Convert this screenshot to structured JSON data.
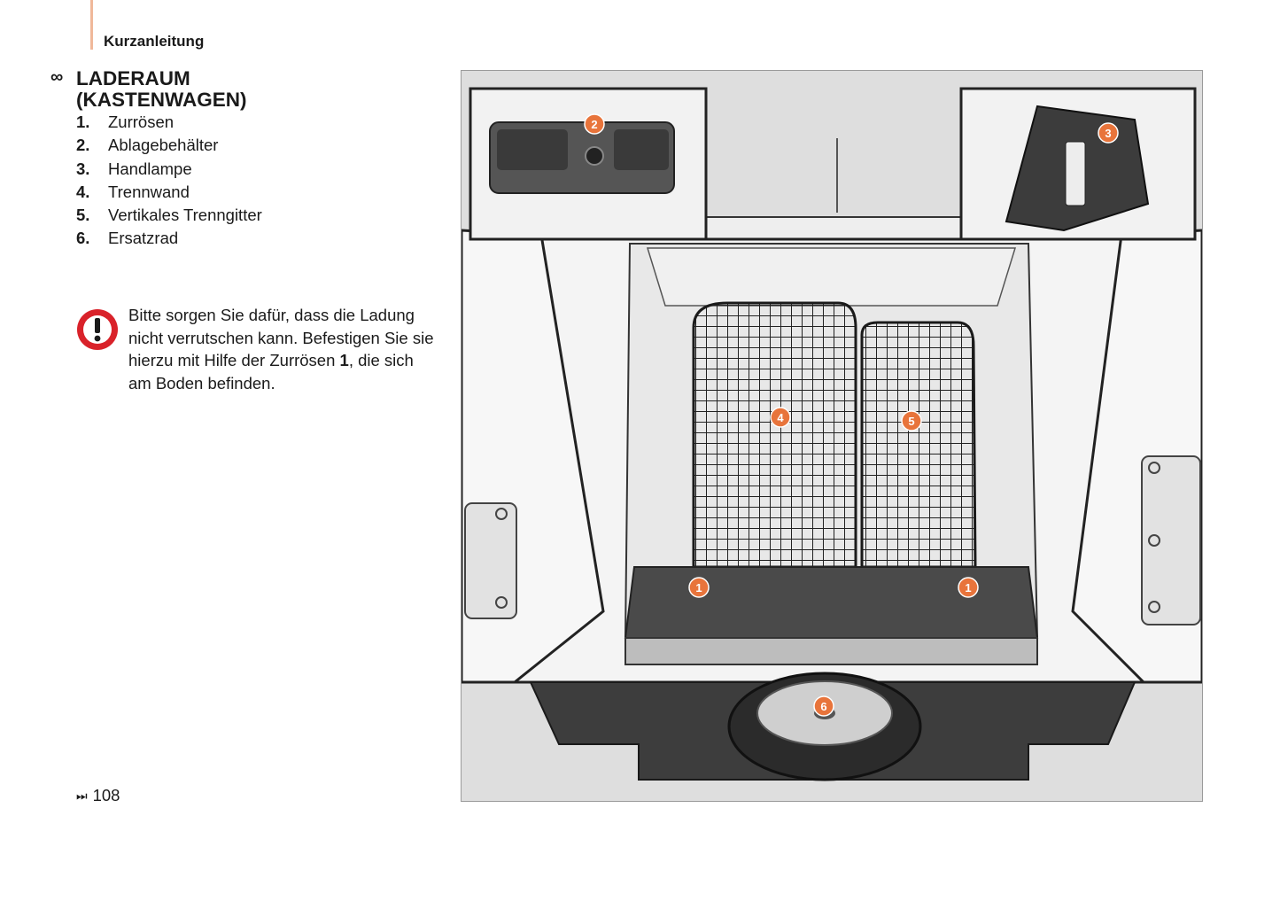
{
  "header": {
    "title": "Kurzanleitung"
  },
  "section": {
    "icon": "infinity-icon",
    "title_line1": "LADERAUM",
    "title_line2": "(KASTENWAGEN)"
  },
  "items": [
    {
      "num": "1.",
      "label": "Zurrösen"
    },
    {
      "num": "2.",
      "label": "Ablagebehälter"
    },
    {
      "num": "3.",
      "label": "Handlampe"
    },
    {
      "num": "4.",
      "label": "Trennwand"
    },
    {
      "num": "5.",
      "label": "Vertikales Trenngitter"
    },
    {
      "num": "6.",
      "label": "Ersatzrad"
    }
  ],
  "warning": {
    "icon": "warning-exclamation-icon",
    "text_before": "Bitte sorgen Sie dafür, dass die Ladung nicht verrutschen kann. Befestigen Sie sie hierzu mit Hilfe der Zurrösen ",
    "text_bold": "1",
    "text_after": ", die sich am Boden befinden."
  },
  "footer": {
    "icon": "next-page-icon",
    "page_number": "108"
  },
  "figure": {
    "callouts": [
      "2",
      "3",
      "4",
      "5",
      "1",
      "1",
      "6"
    ],
    "callout_color": "#e8743b",
    "warning_color": "#d9222a"
  }
}
